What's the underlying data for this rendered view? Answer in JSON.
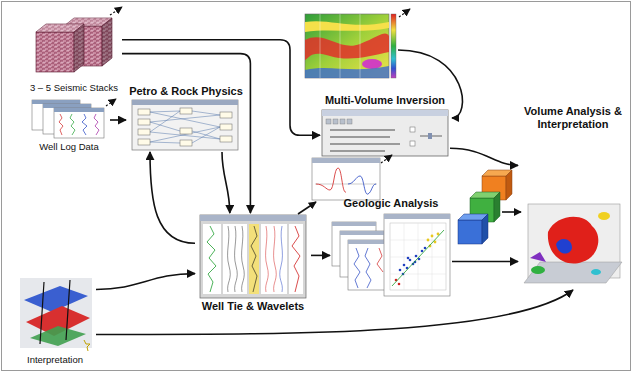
{
  "diagram": {
    "nodes": [
      {
        "text": [
          "3 – 5 Seismic Stacks"
        ]
      },
      {
        "text": [
          "Well Log Data"
        ]
      },
      {
        "text": [
          "Petro & Rock Physics"
        ]
      },
      {
        "text": [
          "Multi-Volume Inversion"
        ]
      },
      {
        "text": [
          "Volume Analysis & Interpretation"
        ]
      },
      {
        "text": [
          "Well Tie & Wavelets"
        ]
      },
      {
        "text": [
          "Geologic Analysis"
        ]
      },
      {
        "text": [
          "Interpretation"
        ]
      }
    ],
    "edges": [
      {
        "from": 0,
        "to": 3,
        "arrow": "to"
      },
      {
        "from": 0,
        "to": 5,
        "arrow": "to"
      },
      {
        "from": 1,
        "to": 2,
        "arrow": "to"
      },
      {
        "from": 2,
        "to": 5,
        "arrow": "to"
      },
      {
        "from": 5,
        "to": 2,
        "arrow": "to"
      },
      {
        "from": 3,
        "to": 4,
        "arrow": "to"
      },
      {
        "from": 5,
        "to": 6,
        "arrow": "to"
      },
      {
        "from": 6,
        "to": 4,
        "arrow": "to"
      },
      {
        "from": 7,
        "to": 5,
        "arrow": "to"
      },
      {
        "from": 7,
        "to": 4,
        "arrow": "to"
      }
    ]
  }
}
